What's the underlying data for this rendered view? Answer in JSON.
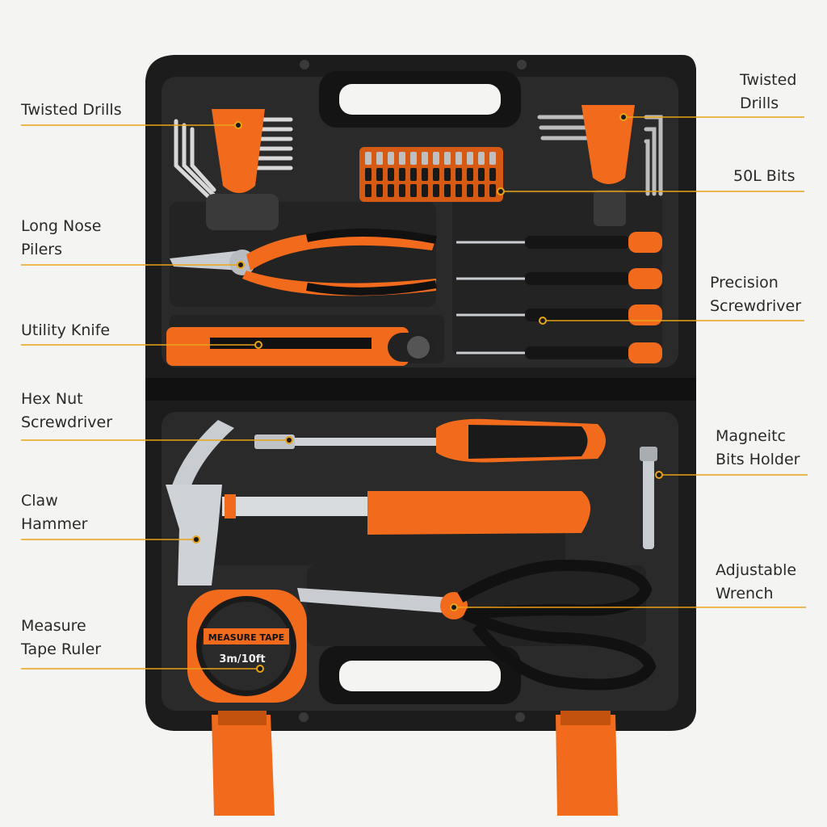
{
  "colors": {
    "background": "#f4f4f2",
    "case": "#1c1c1c",
    "case_inner": "#2a2a2a",
    "accent_orange": "#f26a1b",
    "leader_line": "#e8a317",
    "steel": "#c9ccd0",
    "text": "#2a2a2a"
  },
  "callouts": {
    "twisted_drills_left": {
      "line1": "Twisted Drills",
      "line2": ""
    },
    "long_nose_pliers": {
      "line1": "Long Nose",
      "line2": "Pilers"
    },
    "utility_knife": {
      "line1": "Utility Knife",
      "line2": ""
    },
    "hex_nut_screwdriver": {
      "line1": "Hex Nut",
      "line2": "Screwdriver"
    },
    "claw_hammer": {
      "line1": "Claw",
      "line2": "Hammer"
    },
    "measure_tape": {
      "line1": "Measure",
      "line2": "Tape Ruler"
    },
    "twisted_drills_right": {
      "line1": "Twisted",
      "line2": "Drills"
    },
    "bits_50l": {
      "line1": "50L Bits",
      "line2": ""
    },
    "precision_screwdriver": {
      "line1": "Precision",
      "line2": "Screwdriver"
    },
    "magnetic_bits_holder": {
      "line1": "Magneitc",
      "line2": "Bits Holder"
    },
    "adjustable_wrench": {
      "line1": "Adjustable",
      "line2": "Wrench"
    }
  },
  "tape_measure": {
    "brand_text": "MEASURE TAPE",
    "size_text": "3m/10ft"
  }
}
